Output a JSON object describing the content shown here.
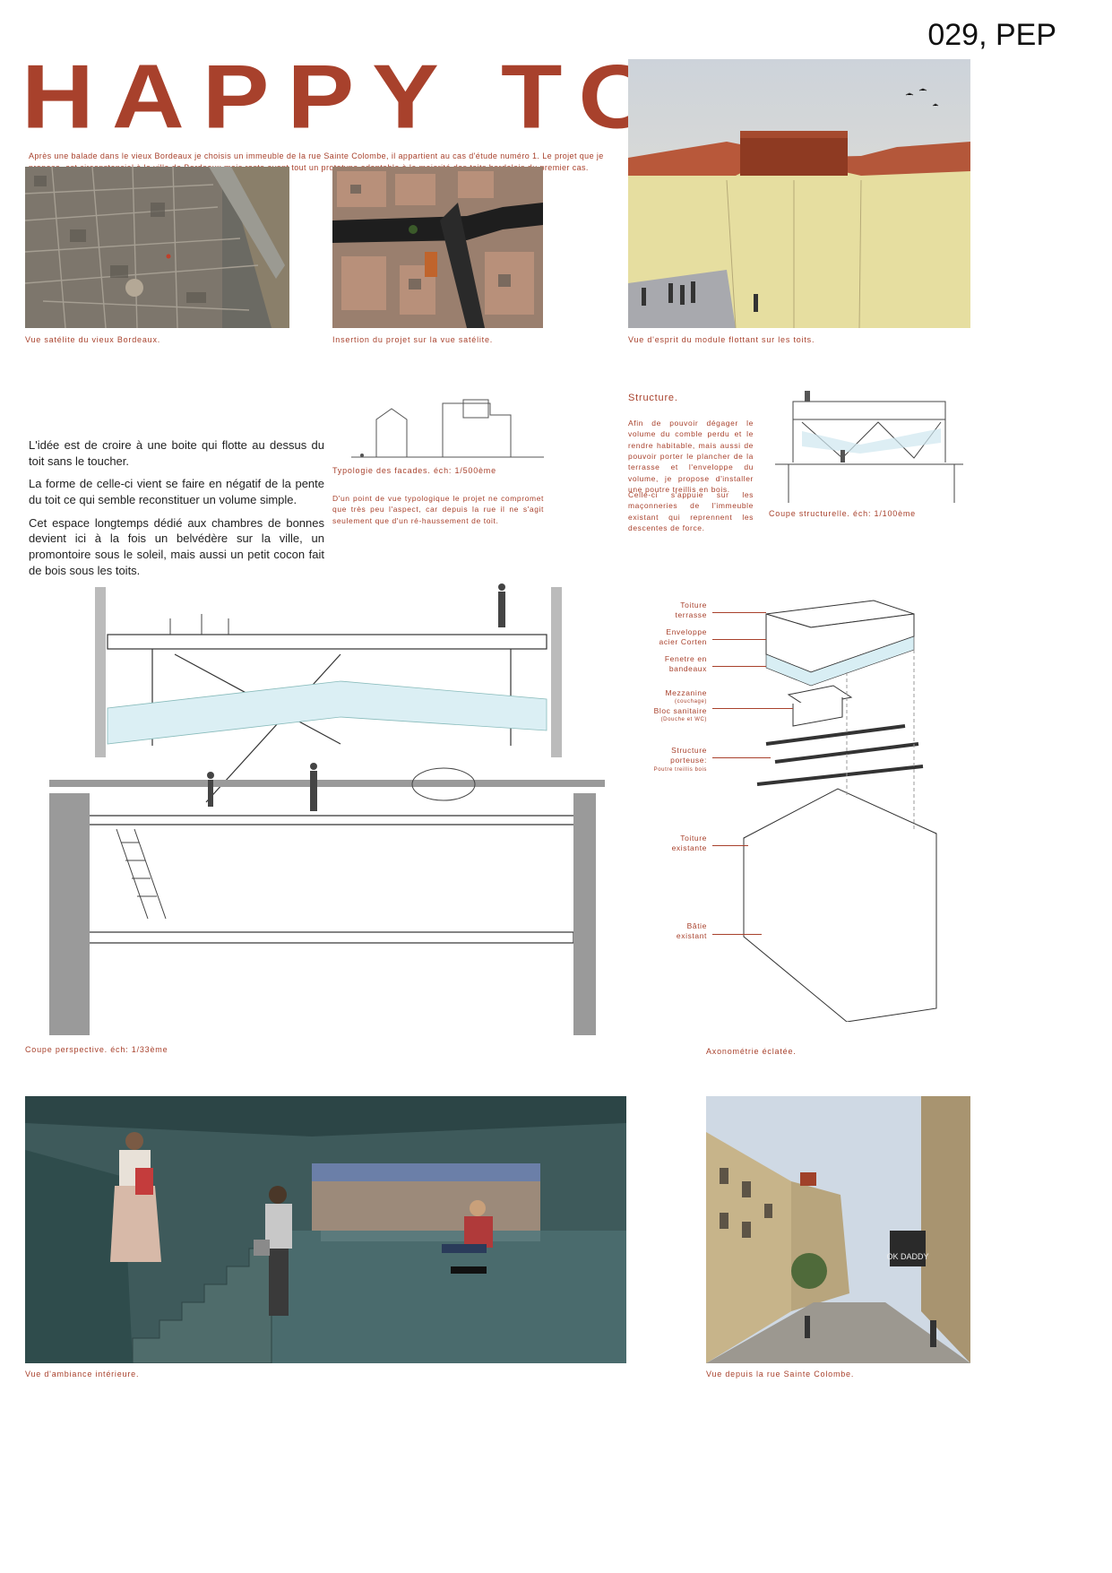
{
  "header": {
    "reference": "029, PEP",
    "title": "HAPPY TOIT",
    "intro": "Après une balade dans le vieux Bordeaux je choisis un immeuble de la rue Sainte Colombe, il appartient au cas d'étude numéro 1. Le projet que je propose, est circonstanciel à la ville de Bordeaux mais reste avant tout un prototype adaptable à la majorité des toits bordelais du premier cas."
  },
  "captions": {
    "satellite": "Vue satélite du vieux Bordeaux.",
    "insertion": "Insertion du projet sur la vue satélite.",
    "module": "Vue d'esprit du module flottant sur les toits.",
    "typology": "Typologie des facades. éch: 1/500ème",
    "structural_section": "Coupe structurelle. éch: 1/100ème",
    "perspective_section": "Coupe perspective. éch: 1/33ème",
    "axonometry": "Axonométrie éclatée.",
    "interior": "Vue d'ambiance intérieure.",
    "street": "Vue depuis la rue Sainte Colombe."
  },
  "concept": {
    "p1": "L'idée est de croire à une boite qui flotte au dessus du toit sans le toucher.",
    "p2": "La forme de celle-ci vient se faire en négatif de la pente du toit ce qui semble reconstituer un volume simple.",
    "p3": "Cet espace longtemps dédié aux chambres de bonnes devient ici à la fois un belvédère sur la ville, un promontoire sous le soleil, mais aussi un petit cocon fait de bois sous les toits."
  },
  "typology_note": "D'un point de vue typologique le projet ne compromet que très peu l'aspect, car depuis la rue il ne s'agit seulement que d'un ré-haussement de toit.",
  "structure": {
    "heading": "Structure.",
    "p1": "Afin de pouvoir dégager le volume du comble perdu et le rendre habitable, mais aussi de pouvoir porter le plancher de la terrasse et l'enveloppe du volume, je propose d'installer une poutre treillis en bois.",
    "p2": "Celle-ci s'appuie sur les maçonneries de l'immeuble existant qui reprennent les descentes de force."
  },
  "axo_labels": {
    "l1a": "Toiture",
    "l1b": "terrasse",
    "l2a": "Enveloppe",
    "l2b": "acier Corten",
    "l3a": "Fenetre en",
    "l3b": "bandeaux",
    "l4a": "Mezzanine",
    "l4b": "(couchage)",
    "l5a": "Bloc sanitaire",
    "l5b": "(Douche et WC)",
    "l6a": "Structure",
    "l6b": "porteuse:",
    "l6c": "Poutre treillis bois",
    "l7a": "Toiture",
    "l7b": "existante",
    "l8a": "Bâtie",
    "l8b": "existant"
  },
  "street_sign": "OK DADDY",
  "colors": {
    "accent": "#a8412c",
    "text": "#222222"
  }
}
